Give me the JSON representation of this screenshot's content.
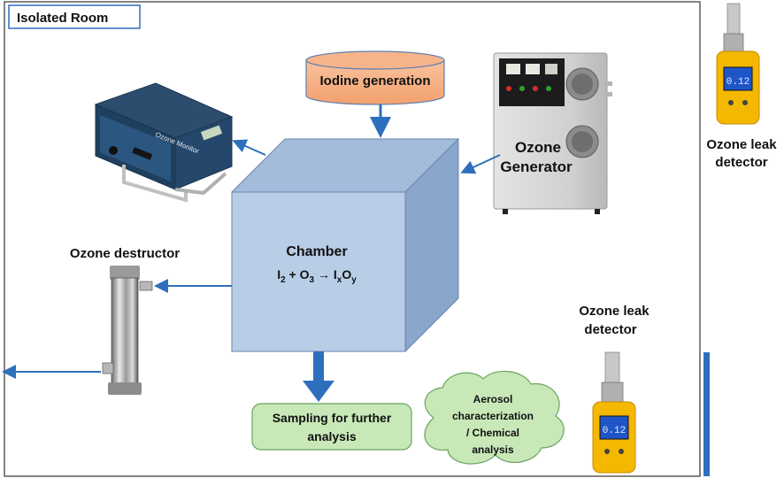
{
  "room_label": "Isolated Room",
  "iodine_generation": "Iodine generation",
  "ozone_monitor": {
    "device_text": "Ozone Monitor"
  },
  "ozone_generator": {
    "line1": "Ozone",
    "line2": "Generator"
  },
  "chamber": {
    "title": "Chamber",
    "reaction": {
      "i": "I",
      "i_sub": "2",
      "plus": " + O",
      "o_sub": "3",
      "arrow": " → I",
      "x_sub": "x",
      "o2": "O",
      "y_sub": "y"
    }
  },
  "ozone_destructor": "Ozone destructor",
  "sampling": {
    "line1": "Sampling for further",
    "line2": "analysis"
  },
  "cloud": {
    "line1": "Aerosol",
    "line2": "characterization",
    "line3": "/ Chemical",
    "line4": "analysis"
  },
  "leak_detector_top": {
    "line1": "Ozone leak",
    "line2": "detector",
    "screen": "0.12"
  },
  "leak_detector_bottom": {
    "line1": "Ozone leak",
    "line2": "detector",
    "screen": "0.12"
  },
  "colors": {
    "arrow": "#2e6fbd",
    "chamber_front": "#b8cde6",
    "chamber_top": "#a3bcdb",
    "chamber_side": "#8aa6cb",
    "iodine_fill": "#f7b48a",
    "sampling_fill": "#c8e8b8",
    "cloud_fill": "#c8e8b8",
    "detector_yellow": "#f4b800"
  }
}
